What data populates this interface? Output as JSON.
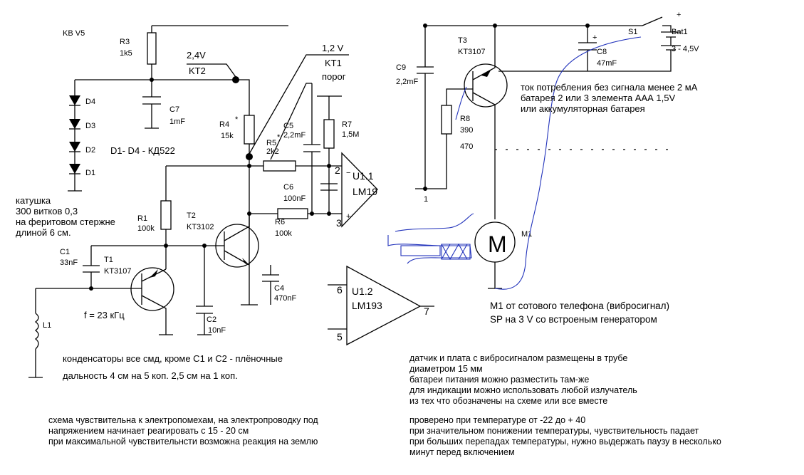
{
  "title": "KB V5",
  "components": {
    "r3": {
      "name": "R3",
      "value": "1k5"
    },
    "c7": {
      "name": "C7",
      "value": "1mF"
    },
    "diodes": [
      "D4",
      "D3",
      "D2",
      "D1"
    ],
    "diode_note": "D1- D4 - КД522",
    "node_kt2": {
      "voltage": "2,4V",
      "name": "KT2"
    },
    "node_kt1": {
      "voltage": "1,2 V",
      "name": "KT1",
      "note": "порог"
    },
    "r4": {
      "name": "R4",
      "mark": "*",
      "value": "15k"
    },
    "r5": {
      "name": "R5",
      "mark": "*",
      "value": "2k2"
    },
    "c5": {
      "name": "C5",
      "value": "2,2mF"
    },
    "r7": {
      "name": "R7",
      "value": "1,5M"
    },
    "c6": {
      "name": "C6",
      "value": "100nF"
    },
    "r6": {
      "name": "R6",
      "value": "100k"
    },
    "r1": {
      "name": "R1",
      "value": "100k"
    },
    "t2": {
      "name": "T2",
      "value": "KT3102"
    },
    "t1": {
      "name": "T1",
      "value": "KT3107"
    },
    "c1": {
      "name": "C1",
      "value": "33nF"
    },
    "c2": {
      "name": "C2",
      "value": "10nF"
    },
    "c4": {
      "name": "C4",
      "value": "470nF"
    },
    "l1": {
      "name": "L1"
    },
    "freq": "f = 23 кГц",
    "u11": {
      "name": "U1.1",
      "part": "LM19",
      "pins": [
        "2",
        "3",
        "1"
      ]
    },
    "u12": {
      "name": "U1.2",
      "part": "LM193",
      "pins": [
        "6",
        "5",
        "7"
      ]
    },
    "c9": {
      "name": "C9",
      "value": "2,2mF"
    },
    "t3": {
      "name": "T3",
      "value": "KT3107"
    },
    "r8": {
      "name": "R8",
      "value": "390",
      "hand_value": "470"
    },
    "c8": {
      "name": "C8",
      "value": "47mF",
      "polarity": "+"
    },
    "s1": {
      "name": "S1"
    },
    "bat1": {
      "name": "Bat1",
      "value": "3 - 4,5V",
      "polarity": "+"
    },
    "m1": {
      "name": "M1",
      "symbol": "M"
    }
  },
  "notes": {
    "coil": [
      "катушка",
      "300 витков 0,3",
      "на феритовом стержне",
      "длиной 6 см."
    ],
    "current": [
      "ток потребления без сигнала менее 2 мА",
      "батарея 2 или 3  элемента ААА 1,5V",
      "или аккумуляторная батарея"
    ],
    "motor": [
      "М1 от сотового телефона (вибросигнал)",
      "SP на 3 V со встроеным генератором"
    ],
    "caps": "конденсаторы все смд, кроме С1 и С2 - плёночные",
    "range": "дальность 4 см на 5 коп.  2,5 см на 1 коп.",
    "sensor": [
      "датчик и плата с вибросигналом размещены в трубе",
      "диаметром 15 мм",
      "батареи питания можно разместить там-же",
      "для индикации можно использовать любой излучатель",
      "из тех что обозначены на схеме или все вместе"
    ],
    "sensitivity": [
      "схема чувствительна к электропомехам, на электропроводку под",
      "напряжением начинает реагировать с 15 - 20 см",
      "при максимальной чувствительнсти возможна реакция на землю"
    ],
    "temperature": [
      "проверено при температуре от -22 до + 40",
      "при значительном  понижении температуры, чувствительность падает",
      "при больших перепадах температуры, нужно выдержать паузу в несколько",
      "минут перед включением"
    ]
  }
}
